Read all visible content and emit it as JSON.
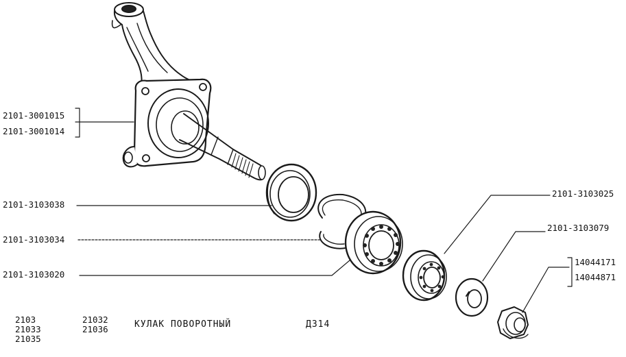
{
  "parts": {
    "knuckle_a": "2101-3001015",
    "knuckle_b": "2101-3001014",
    "seal": "2101-3103038",
    "ring": "2101-3103034",
    "inner_bearing": "2101-3103020",
    "outer_bearing": "2101-3103025",
    "washer": "2101-3103079",
    "nut_a": "14044171",
    "nut_b": "14044871"
  },
  "footer": {
    "models_col1": [
      "2103",
      "21033",
      "21035"
    ],
    "models_col2": [
      "21032",
      "21036"
    ],
    "title": "КУЛАК ПОВОРОТНЫЙ",
    "code": "ДЗ14"
  }
}
